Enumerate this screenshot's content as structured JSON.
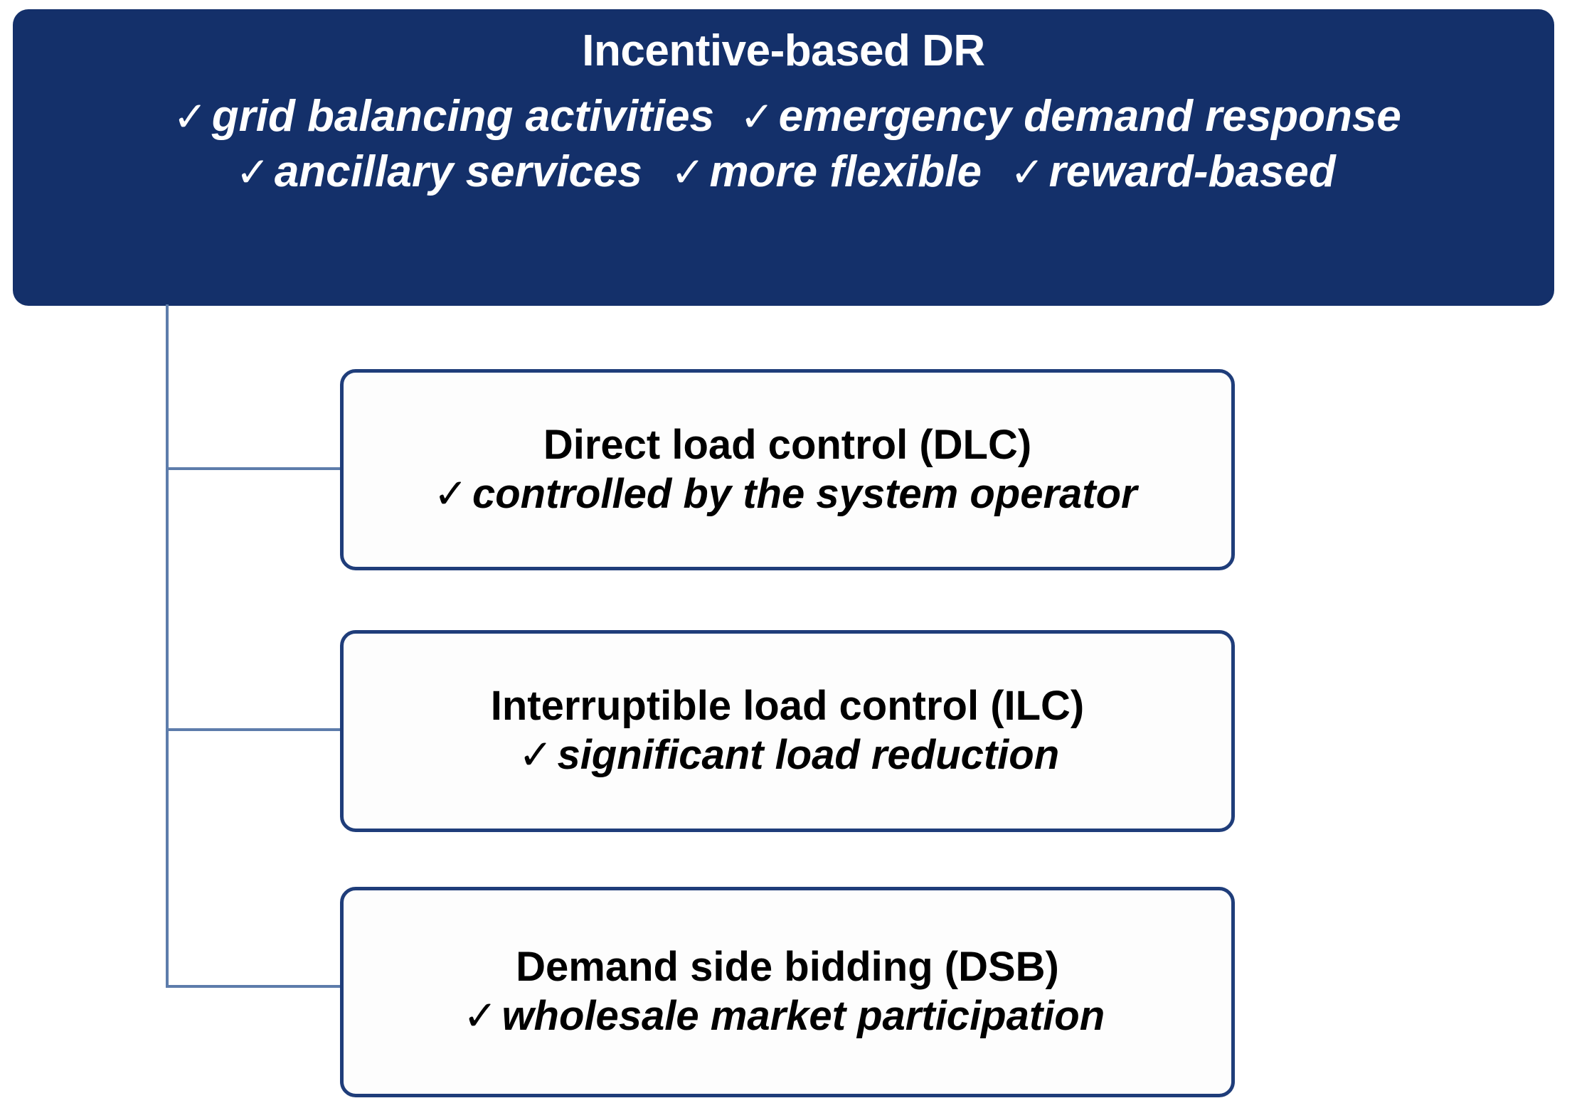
{
  "diagram": {
    "type": "hierarchy-tree",
    "colors": {
      "root_fill": "#14306A",
      "root_text": "#FFFFFF",
      "child_border": "#1F3D7A",
      "child_fill": "#FDFDFD",
      "child_text": "#000000",
      "connector": "#5D7CAB"
    },
    "root": {
      "title": "Incentive-based DR",
      "bullet_lines": [
        {
          "items": [
            {
              "marker": "✓",
              "label": "grid balancing activities"
            },
            {
              "marker": "✓",
              "label": "emergency demand response"
            }
          ]
        },
        {
          "items": [
            {
              "marker": "✓",
              "label": "ancillary services"
            },
            {
              "marker": "✓",
              "label": "more flexible"
            },
            {
              "marker": "✓",
              "label": "reward-based"
            }
          ]
        }
      ]
    },
    "children": [
      {
        "title": "Direct load control (DLC)",
        "marker": "✓",
        "subtitle": "controlled by the system operator"
      },
      {
        "title": "Interruptible load control (ILC)",
        "marker": "✓",
        "subtitle": "significant load reduction"
      },
      {
        "title": "Demand side bidding (DSB)",
        "marker": "✓",
        "subtitle": "wholesale market participation"
      }
    ]
  }
}
